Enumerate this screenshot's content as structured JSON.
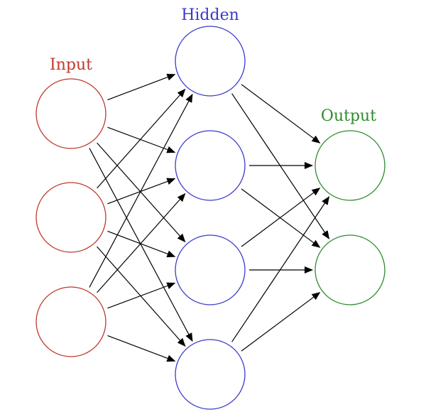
{
  "diagram": {
    "layers": [
      {
        "id": "input",
        "label": "Input",
        "color": "#c0392b",
        "node_count": 3
      },
      {
        "id": "hidden",
        "label": "Hidden",
        "color": "#3a3acc",
        "node_count": 4
      },
      {
        "id": "output",
        "label": "Output",
        "color": "#2e8b2e",
        "node_count": 2
      }
    ],
    "edge_color": "#000000",
    "connectivity": "fully-connected"
  }
}
